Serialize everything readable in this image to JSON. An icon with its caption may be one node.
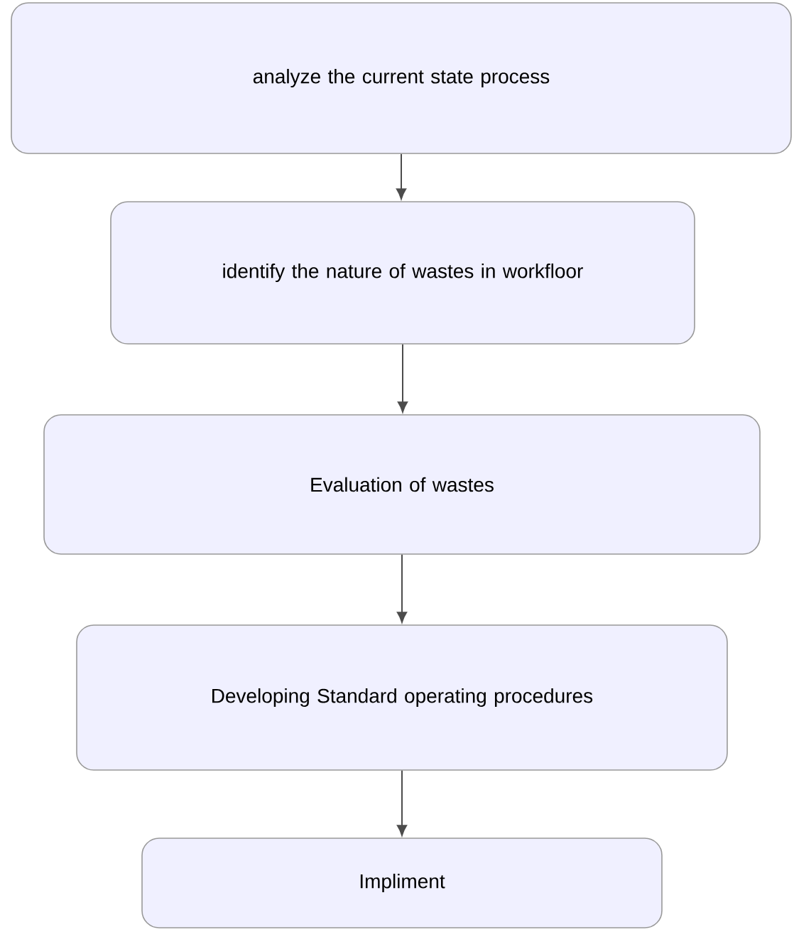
{
  "diagram": {
    "nodes": [
      {
        "text": [
          "analyze the current state process"
        ]
      },
      {
        "text": [
          "identify the nature of wastes in workfloor"
        ]
      },
      {
        "text": [
          "Evaluation of wastes"
        ]
      },
      {
        "text": [
          "Developing Standard operating procedures"
        ]
      },
      {
        "text": [
          "Impliment"
        ]
      }
    ],
    "edges": [
      {
        "from": 0,
        "to": 1,
        "arrow": "to"
      },
      {
        "from": 1,
        "to": 2,
        "arrow": "to"
      },
      {
        "from": 2,
        "to": 3,
        "arrow": "to"
      },
      {
        "from": 3,
        "to": 4,
        "arrow": "to"
      }
    ]
  }
}
